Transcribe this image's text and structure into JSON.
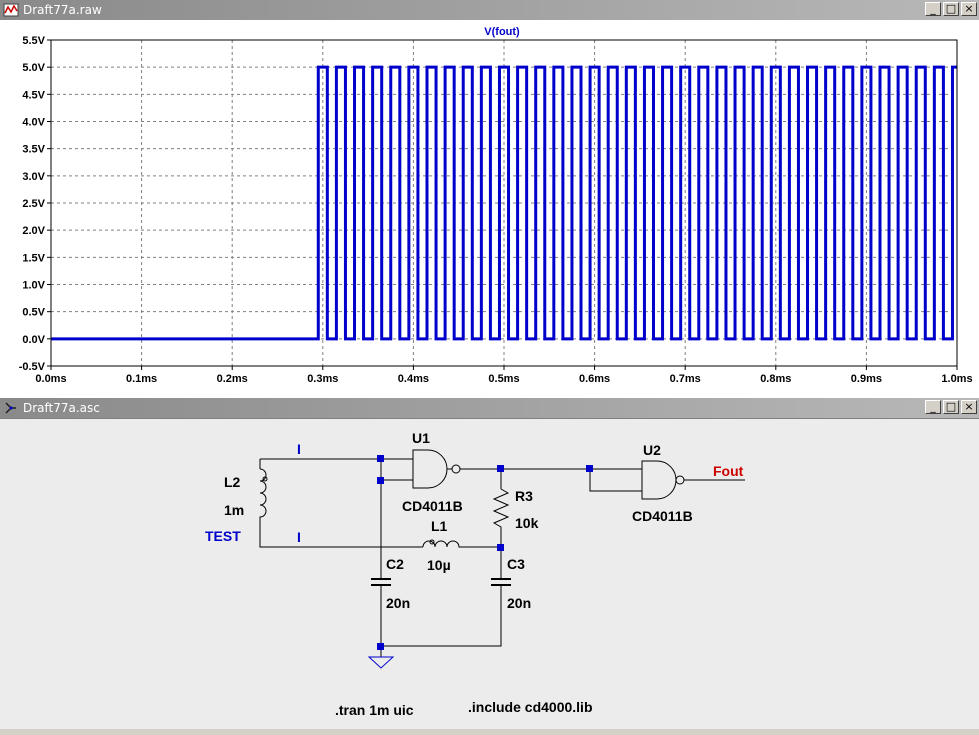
{
  "waveform_window": {
    "title": "Draft77a.raw",
    "buttons": {
      "minimize": "_",
      "maximize": "□",
      "close": "×"
    }
  },
  "schematic_window": {
    "title": "Draft77a.asc",
    "buttons": {
      "minimize": "_",
      "maximize": "□",
      "close": "×"
    }
  },
  "chart_data": {
    "type": "line",
    "title": "V(fout)",
    "x_ticks": [
      "0.0ms",
      "0.1ms",
      "0.2ms",
      "0.3ms",
      "0.4ms",
      "0.5ms",
      "0.6ms",
      "0.7ms",
      "0.8ms",
      "0.9ms",
      "1.0ms"
    ],
    "y_ticks": [
      "5.5V",
      "5.0V",
      "4.5V",
      "4.0V",
      "3.5V",
      "3.0V",
      "2.5V",
      "2.0V",
      "1.5V",
      "1.0V",
      "0.5V",
      "0.0V",
      "-0.5V"
    ],
    "xlim_ms": [
      0,
      1.0
    ],
    "ylim_v": [
      -0.5,
      5.5
    ],
    "grid": true,
    "series": [
      {
        "name": "V(fout)",
        "color": "#0000cc",
        "low_v": 0.0,
        "high_v": 5.0,
        "start_ms": 0.295,
        "period_ms": 0.02,
        "duty": 0.5
      }
    ]
  },
  "schematic": {
    "labels": {
      "u1": "U1",
      "u1_model": "CD4011B",
      "u2": "U2",
      "u2_model": "CD4011B",
      "fout": "Fout",
      "l2": "L2",
      "l2_val": "1m",
      "test": "TEST",
      "l1": "L1",
      "l1_val": "10µ",
      "r3": "R3",
      "r3_val": "10k",
      "c2": "C2",
      "c2_val": "20n",
      "c3": "C3",
      "c3_val": "20n",
      "i_top": "I",
      "i_bottom": "I",
      "tran": ".tran 1m uic",
      "include": ".include cd4000.lib"
    },
    "colors": {
      "wire": "#000000",
      "node": "#0000cc",
      "netlabel": "#0000cc",
      "fout": "#cc0000"
    }
  }
}
